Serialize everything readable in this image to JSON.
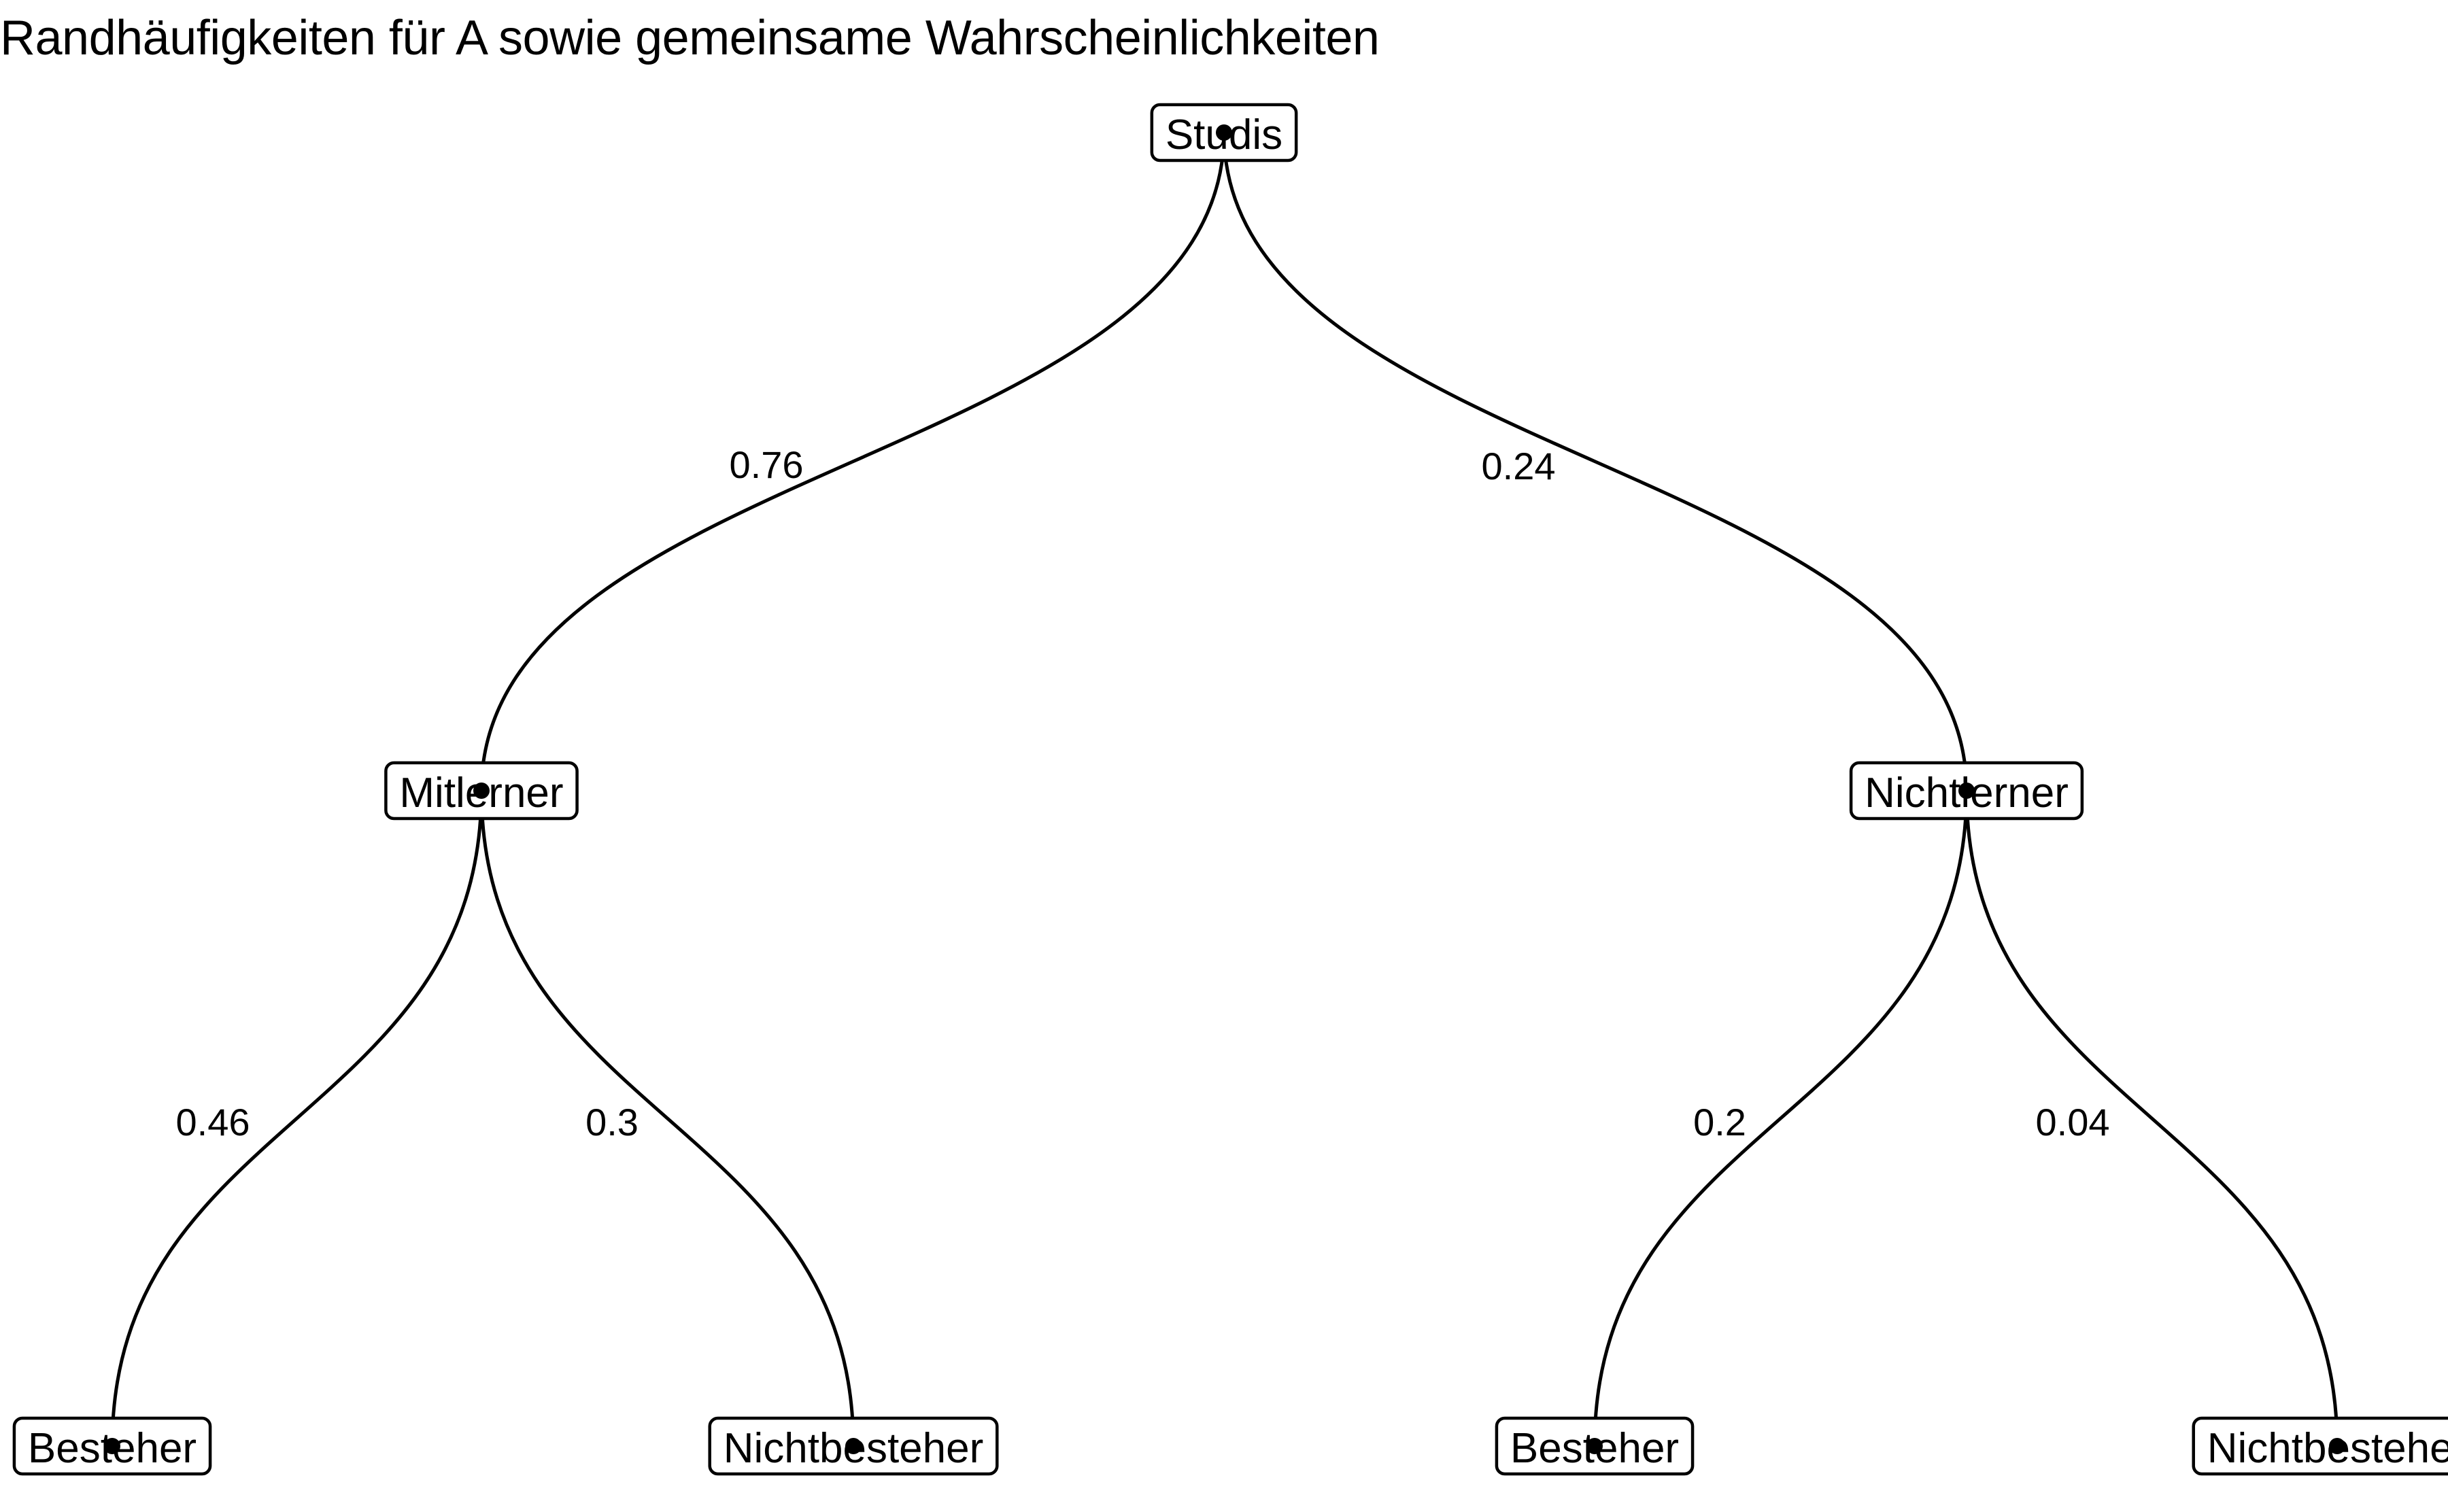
{
  "title": "Randhäufigkeiten für A sowie gemeinsame Wahrscheinlichkeiten",
  "colors": {
    "line": "#000000",
    "background": "#ffffff",
    "text": "#000000"
  },
  "chart_data": {
    "type": "tree",
    "title": "Randhäufigkeiten für A sowie gemeinsame Wahrscheinlichkeiten",
    "nodes": [
      {
        "id": "root",
        "label": "Studis",
        "level": 0
      },
      {
        "id": "mit",
        "label": "Mitlerner",
        "level": 1,
        "parent": "root"
      },
      {
        "id": "nicht",
        "label": "Nichtlerner",
        "level": 1,
        "parent": "root"
      },
      {
        "id": "mit_best",
        "label": "Besteher",
        "level": 2,
        "parent": "mit"
      },
      {
        "id": "mit_nbest",
        "label": "Nichtbesteher",
        "level": 2,
        "parent": "mit"
      },
      {
        "id": "nicht_best",
        "label": "Besteher",
        "level": 2,
        "parent": "nicht"
      },
      {
        "id": "nicht_nbest",
        "label": "Nichtbesteher",
        "level": 2,
        "parent": "nicht"
      }
    ],
    "edges": [
      {
        "from": "root",
        "to": "mit",
        "label": "0.76",
        "value": 0.76
      },
      {
        "from": "root",
        "to": "nicht",
        "label": "0.24",
        "value": 0.24
      },
      {
        "from": "mit",
        "to": "mit_best",
        "label": "0.46",
        "value": 0.46
      },
      {
        "from": "mit",
        "to": "mit_nbest",
        "label": "0.3",
        "value": 0.3
      },
      {
        "from": "nicht",
        "to": "nicht_best",
        "label": "0.2",
        "value": 0.2
      },
      {
        "from": "nicht",
        "to": "nicht_nbest",
        "label": "0.04",
        "value": 0.04
      }
    ]
  }
}
